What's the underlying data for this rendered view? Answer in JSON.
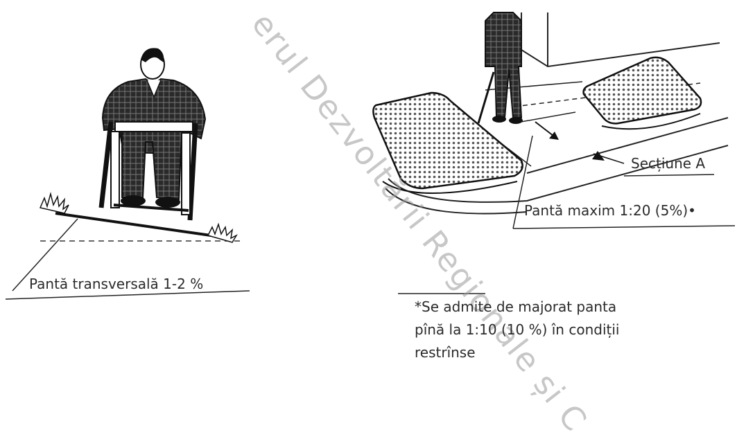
{
  "labels": {
    "transversal": "Pantă transversală 1-2 %",
    "sectiune": "Secțiune A",
    "panta_max": "Pantă maxim 1:20 (5%)•"
  },
  "note": {
    "line1": "*Se admite de majorat panta",
    "line2": "pînă la 1:10 (10 %) în condiții",
    "line3": "restrînse"
  },
  "watermark": "erul Dezvoltării Regionale și C",
  "colors": {
    "ink": "#222222",
    "watermark": "#9a9a9a"
  }
}
